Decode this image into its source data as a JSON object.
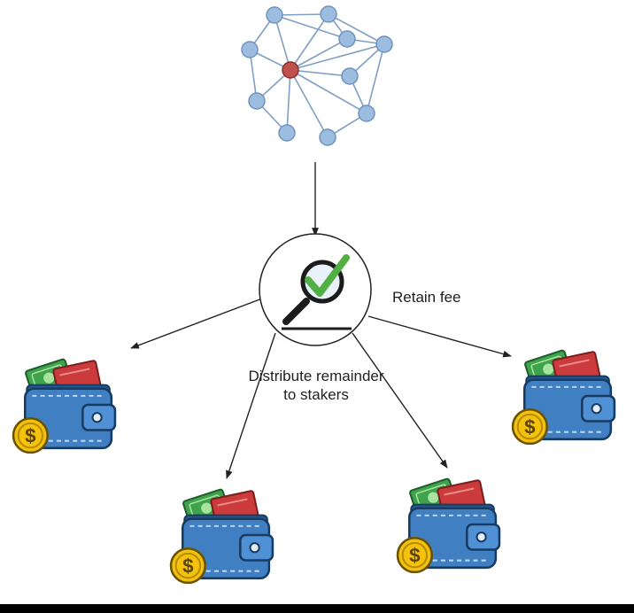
{
  "labels": {
    "retain_fee": "Retain fee",
    "distribute_line1": "Distribute remainder",
    "distribute_line2": "to stakers"
  },
  "icons": {
    "network": "network-graph-icon",
    "validator": "magnifier-check-icon",
    "wallet": "wallet-with-money-icon"
  },
  "colors": {
    "node": "#9dbde0",
    "node_stroke": "#6f93bd",
    "hub": "#c0504d",
    "edge": "#7f9fc5",
    "check": "#52b043",
    "wallet_body": "#3f7fc2",
    "wallet_dark": "#26588d",
    "coin": "#f4c20d",
    "cash_green": "#3fa34d",
    "cash_red": "#cc3b3b"
  }
}
